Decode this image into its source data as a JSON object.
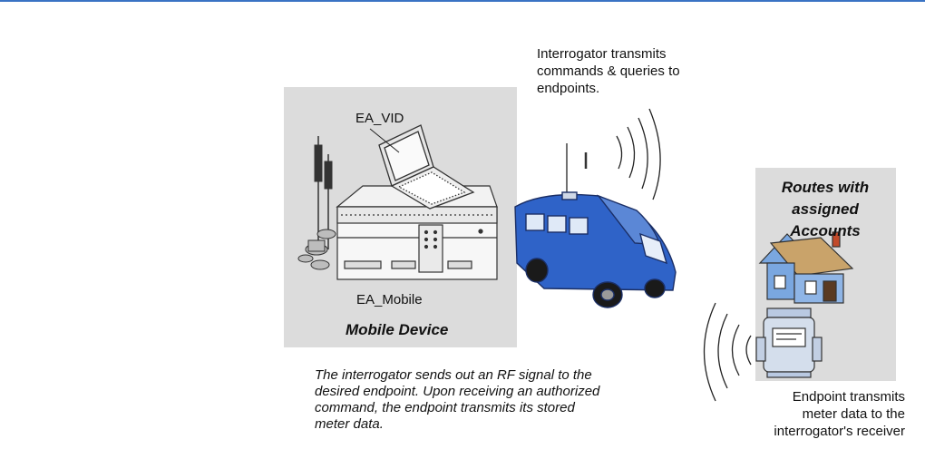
{
  "diagram": {
    "interrogator_note": "Interrogator transmits\ncommands & queries to\nendpoints.",
    "mobile_device": {
      "laptop_label": "EA_VID",
      "unit_label": "EA_Mobile",
      "title": "Mobile Device"
    },
    "routes": {
      "title": "Routes with\nassigned\nAccounts"
    },
    "endpoint_note": "Endpoint transmits\nmeter data to the\ninterrogator's receiver",
    "caption": "The interrogator sends out an RF signal to the\ndesired endpoint. Upon receiving an authorized\ncommand, the endpoint transmits its stored\nmeter data.",
    "colors": {
      "van_blue": "#2f63c8",
      "house_blue": "#7aa7e0",
      "roof": "#c9a36a",
      "panel_gray": "#dcdcdc",
      "top_rule": "#3a73c4"
    }
  }
}
